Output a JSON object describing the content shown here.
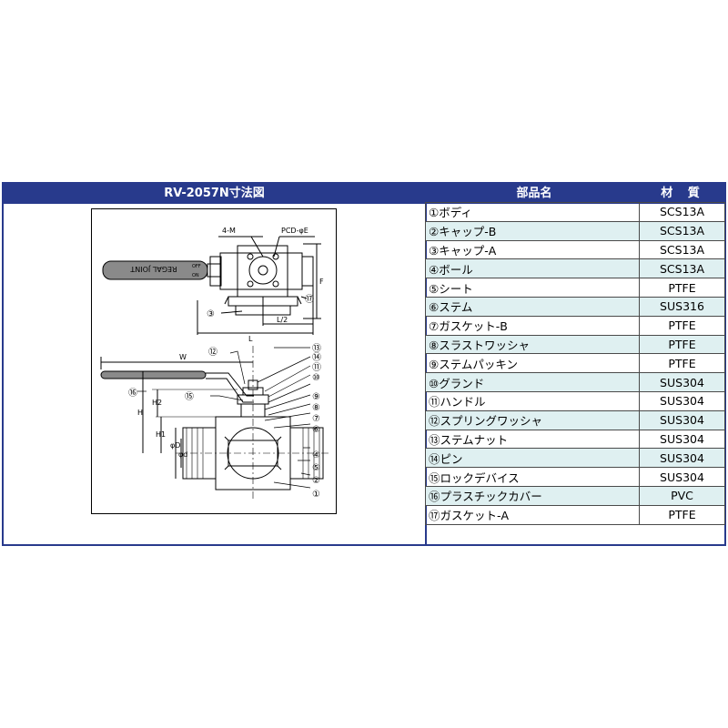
{
  "header": {
    "drawing_title": "RV-2057N寸法図",
    "parts_col": "部品名",
    "material_col": "材 質"
  },
  "diagram": {
    "top_labels": [
      "4-M",
      "PCD-φE"
    ],
    "dim_labels": [
      "F",
      "L/2",
      "L",
      "W",
      "H",
      "H2",
      "H1",
      "φd",
      "φD"
    ],
    "handle_text": "REGAL JOINT",
    "handle_marks": [
      "OFF",
      "ON"
    ],
    "callouts": [
      "③",
      "⑰",
      "⑫",
      "⑬",
      "⑭",
      "⑪",
      "⑩",
      "⑯",
      "⑮",
      "⑨",
      "⑧",
      "⑦",
      "⑥",
      "④",
      "⑤",
      "②",
      "①"
    ]
  },
  "parts": [
    {
      "name": "①ボディ",
      "material": "SCS13A"
    },
    {
      "name": "②キャップ-B",
      "material": "SCS13A"
    },
    {
      "name": "③キャップ-A",
      "material": "SCS13A"
    },
    {
      "name": "④ボール",
      "material": "SCS13A"
    },
    {
      "name": "⑤シート",
      "material": "PTFE"
    },
    {
      "name": "⑥ステム",
      "material": "SUS316"
    },
    {
      "name": "⑦ガスケット-B",
      "material": "PTFE"
    },
    {
      "name": "⑧スラストワッシャ",
      "material": "PTFE"
    },
    {
      "name": "⑨ステムパッキン",
      "material": "PTFE"
    },
    {
      "name": "⑩グランド",
      "material": "SUS304"
    },
    {
      "name": "⑪ハンドル",
      "material": "SUS304"
    },
    {
      "name": "⑫スプリングワッシャ",
      "material": "SUS304"
    },
    {
      "name": "⑬ステムナット",
      "material": "SUS304"
    },
    {
      "name": "⑭ピン",
      "material": "SUS304"
    },
    {
      "name": "⑮ロックデバイス",
      "material": "SUS304"
    },
    {
      "name": "⑯プラスチックカバー",
      "material": "PVC"
    },
    {
      "name": "⑰ガスケット-A",
      "material": "PTFE"
    }
  ],
  "colors": {
    "header_bg": "#283a8c",
    "alt_row": "#dff0f1"
  }
}
